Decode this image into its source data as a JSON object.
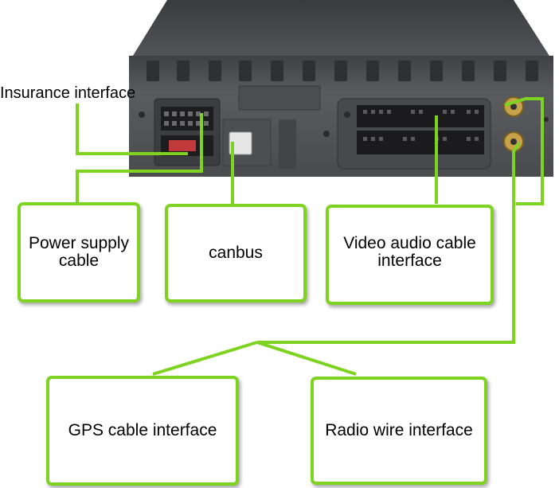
{
  "labels": {
    "insurance": "Insurance interface",
    "power": [
      "Power supply",
      "cable"
    ],
    "canbus": "canbus",
    "video": [
      "Video audio cable",
      "interface"
    ],
    "gps": "GPS cable interface",
    "radio": "Radio wire interface"
  },
  "colors": {
    "connector_line": "#7ed321",
    "device_body": "#58595b",
    "background": "#ffffff"
  }
}
